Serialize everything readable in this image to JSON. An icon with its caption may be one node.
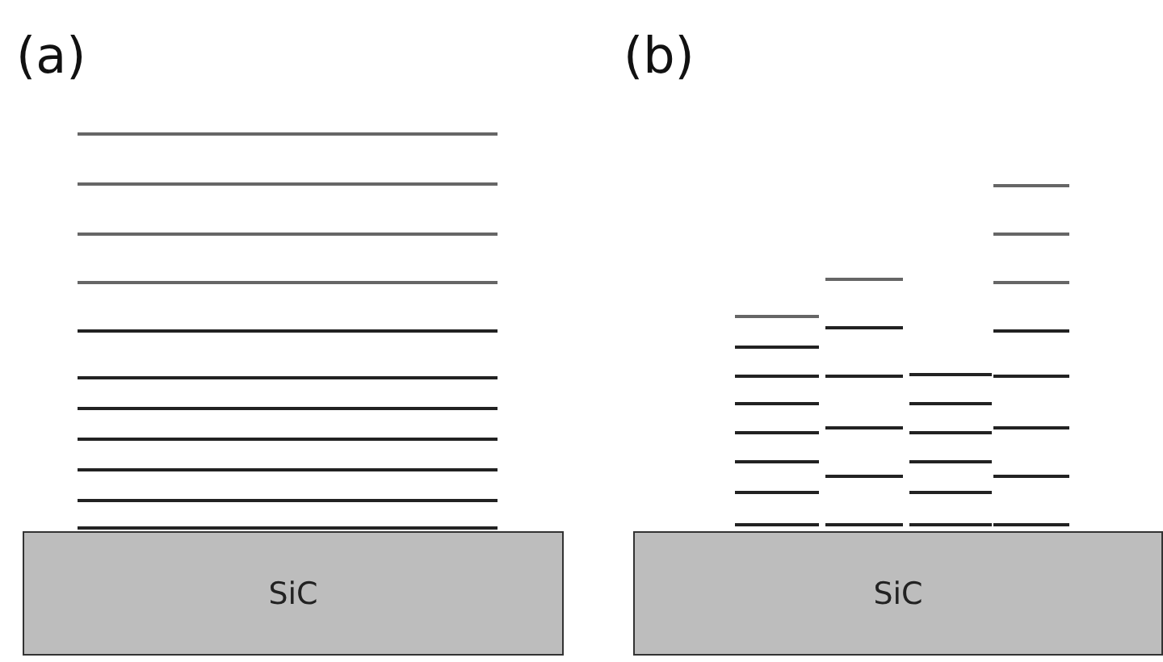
{
  "diagram": {
    "nodes": [
      {
        "text": [
          "SiC"
        ]
      },
      {
        "text": [
          "SiC"
        ]
      }
    ],
    "labels": [
      "(a)",
      "(b)"
    ]
  }
}
